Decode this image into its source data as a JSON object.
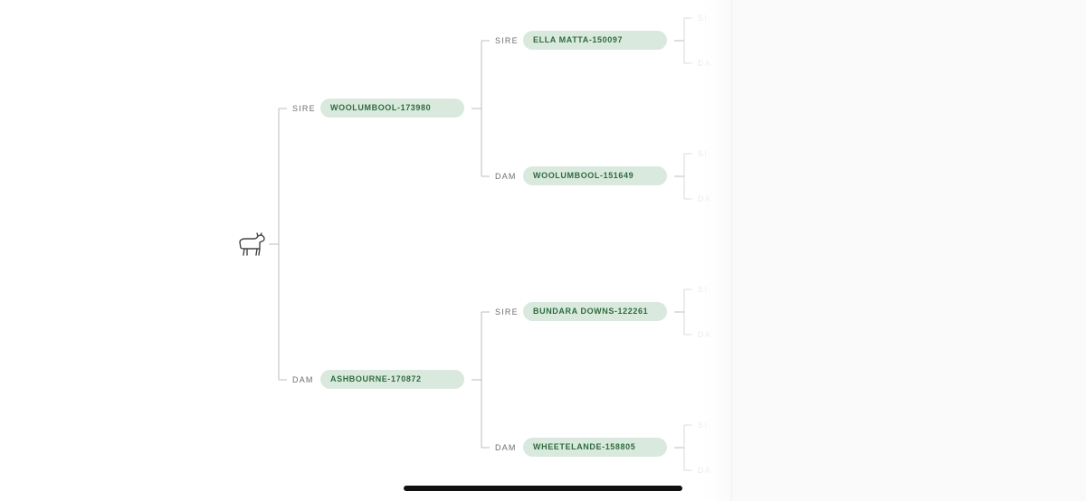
{
  "roles": {
    "sire": "SIRE",
    "dam": "DAM"
  },
  "icons": {
    "root": "sheep-icon"
  },
  "colors": {
    "pill_bg": "#d9e9de",
    "pill_text": "#2f6b3d",
    "line": "#bdbdbd"
  },
  "tree": {
    "generation1": [
      {
        "id": "g1-sire",
        "role": "SIRE",
        "name": "WOOLUMBOOL-173980"
      },
      {
        "id": "g1-dam",
        "role": "DAM",
        "name": "ASHBOURNE-170872"
      }
    ],
    "generation2": [
      {
        "id": "g2-1",
        "role": "SIRE",
        "name": "ELLA MATTA-150097"
      },
      {
        "id": "g2-2",
        "role": "DAM",
        "name": "WOOLUMBOOL-151649"
      },
      {
        "id": "g2-3",
        "role": "SIRE",
        "name": "BUNDARA DOWNS-122261"
      },
      {
        "id": "g2-4",
        "role": "DAM",
        "name": "WHEETELANDE-158805"
      }
    ],
    "generation3_roles": [
      "SI",
      "DA",
      "SI",
      "DA",
      "SI",
      "DA",
      "SI",
      "DA"
    ]
  }
}
